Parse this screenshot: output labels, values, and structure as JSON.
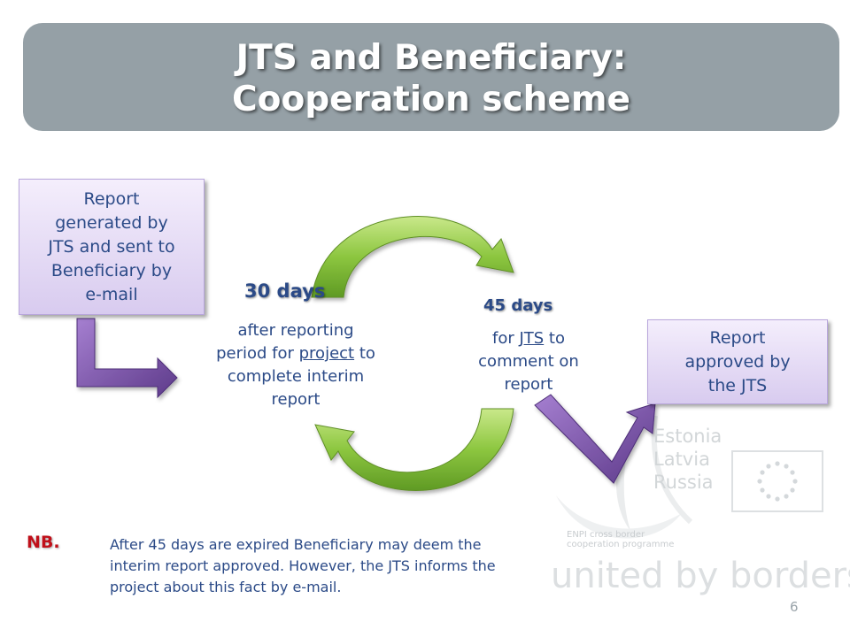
{
  "header": {
    "title_line1": "JTS and Beneficiary:",
    "title_line2": "Cooperation scheme"
  },
  "start_box": {
    "lines": [
      "Report",
      "generated by",
      "JTS and sent to",
      "Beneficiary by",
      "e-mail"
    ]
  },
  "cycle": {
    "left": {
      "heading": "30 days",
      "line1": "after reporting",
      "line2_a": "period for ",
      "line2_link": "project",
      "line2_b": " to",
      "line3": "complete interim",
      "line4": "report"
    },
    "right": {
      "heading": "45 days",
      "line1_a": "for ",
      "line1_link": "JTS",
      "line1_b": " to",
      "line2": "comment on",
      "line3": "report"
    }
  },
  "end_box": {
    "lines": [
      "Report",
      "approved by",
      "the JTS"
    ]
  },
  "note": {
    "label": "NB.",
    "lines": [
      "After 45 days are expired Beneficiary may deem the",
      "interim report approved. However, the JTS informs the",
      "project about this fact by e-mail."
    ]
  },
  "watermark": {
    "countries": [
      "Estonia",
      "Latvia",
      "Russia"
    ],
    "program_line1": "ENPI cross border",
    "program_line2": "cooperation programme",
    "tagline": "united by borders"
  },
  "page_number": "6",
  "colors": {
    "banner": "#95a0a6",
    "text_blue": "#2b4a87",
    "green_arrow": "#8cc63f",
    "purple_arrow": "#7b4fa8",
    "nb_red": "#c0101a"
  }
}
